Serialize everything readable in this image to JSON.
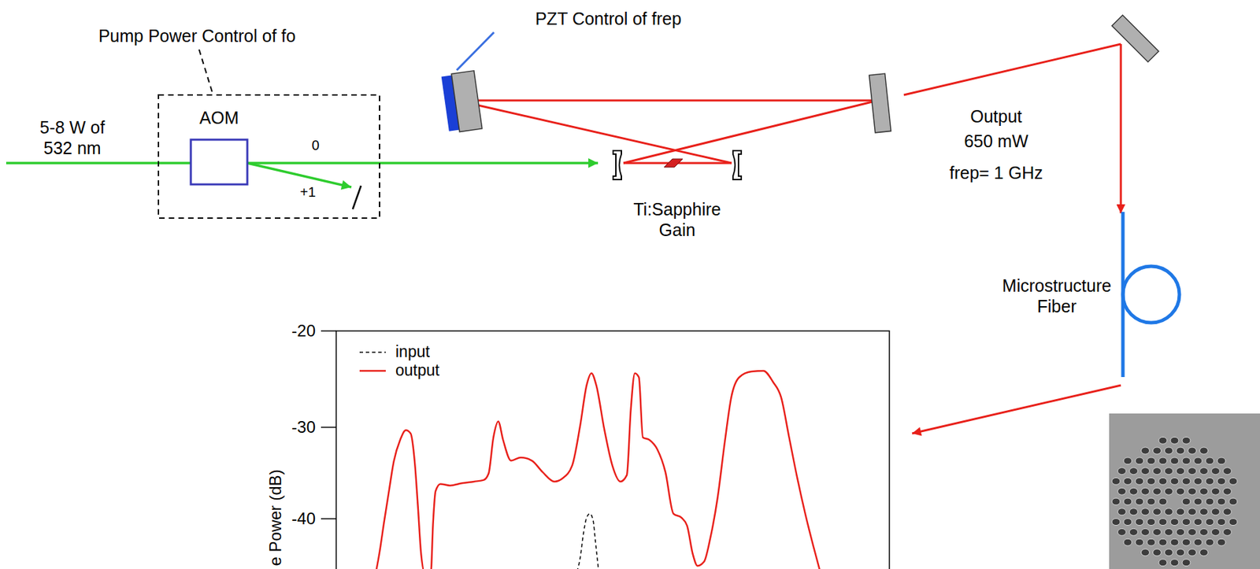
{
  "diagram": {
    "labels": [
      "Pump Power Control of fo",
      "PZT Control of frep",
      "5-8 W of 532 nm",
      "AOM",
      "0",
      "+1",
      "Output",
      "650 mW",
      "frep= 1 GHz",
      "Ti:Sapphire Gain",
      "Microstructure Fiber",
      "-20",
      "-30",
      "-40",
      "e Power (dB)"
    ],
    "legend": [
      {
        "text": "input"
      },
      {
        "text": "output"
      }
    ]
  }
}
